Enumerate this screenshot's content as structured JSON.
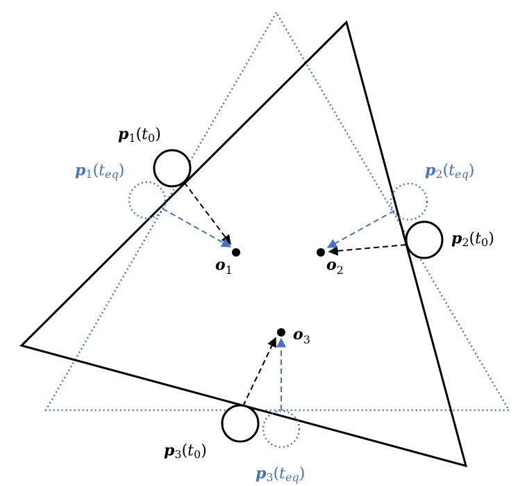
{
  "colors": {
    "black": "#000000",
    "blue": "#4472c4"
  },
  "labels": {
    "p1_t0": {
      "sym": "p",
      "sub": "1",
      "arg": "t",
      "argsub": "0"
    },
    "p1_teq": {
      "sym": "p",
      "sub": "1",
      "arg": "t",
      "argsub": "eq"
    },
    "p2_teq": {
      "sym": "p",
      "sub": "2",
      "arg": "t",
      "argsub": "eq"
    },
    "p2_t0": {
      "sym": "p",
      "sub": "2",
      "arg": "t",
      "argsub": "0"
    },
    "p3_t0": {
      "sym": "p",
      "sub": "3",
      "arg": "t",
      "argsub": "0"
    },
    "p3_teq": {
      "sym": "p",
      "sub": "3",
      "arg": "t",
      "argsub": "eq"
    },
    "o1": {
      "sym": "o",
      "sub": "1"
    },
    "o2": {
      "sym": "o",
      "sub": "2"
    },
    "o3": {
      "sym": "o",
      "sub": "3"
    }
  }
}
